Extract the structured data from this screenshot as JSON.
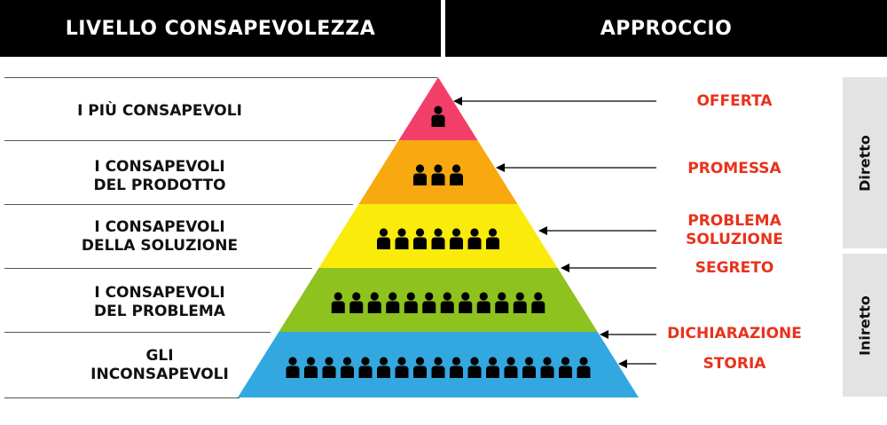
{
  "header": {
    "left_title": "LIVELLO CONSAPEVOLEZZA",
    "right_title": "APPROCCIO"
  },
  "levels": [
    {
      "label_line1": "I PIÙ CONSAPEVOLI",
      "label_line2": "",
      "people": 1,
      "color": "#f23f6a"
    },
    {
      "label_line1": "I CONSAPEVOLI",
      "label_line2": "DEL PRODOTTO",
      "people": 3,
      "color": "#f7a90f"
    },
    {
      "label_line1": "I CONSAPEVOLI",
      "label_line2": "DELLA SOLUZIONE",
      "people": 7,
      "color": "#faeb0a"
    },
    {
      "label_line1": "I CONSAPEVOLI",
      "label_line2": "DEL PROBLEMA",
      "people": 12,
      "color": "#8dc21f"
    },
    {
      "label_line1": "GLI",
      "label_line2": "INCONSAPEVOLI",
      "people": 17,
      "color": "#33a8e0"
    }
  ],
  "approaches": [
    {
      "line1": "OFFERTA",
      "line2": ""
    },
    {
      "line1": "PROMESSA",
      "line2": ""
    },
    {
      "line1": "PROBLEMA",
      "line2": "SOLUZIONE"
    },
    {
      "line1": "SEGRETO",
      "line2": ""
    },
    {
      "line1": "DICHIARAZIONE",
      "line2": ""
    },
    {
      "line1": "STORIA",
      "line2": ""
    }
  ],
  "groups": {
    "direct": "Diretto",
    "indirect": "Iniretto"
  },
  "colors": {
    "header_bg": "#000000",
    "approach_text": "#e8321c",
    "side_box": "#e3e3e3"
  }
}
